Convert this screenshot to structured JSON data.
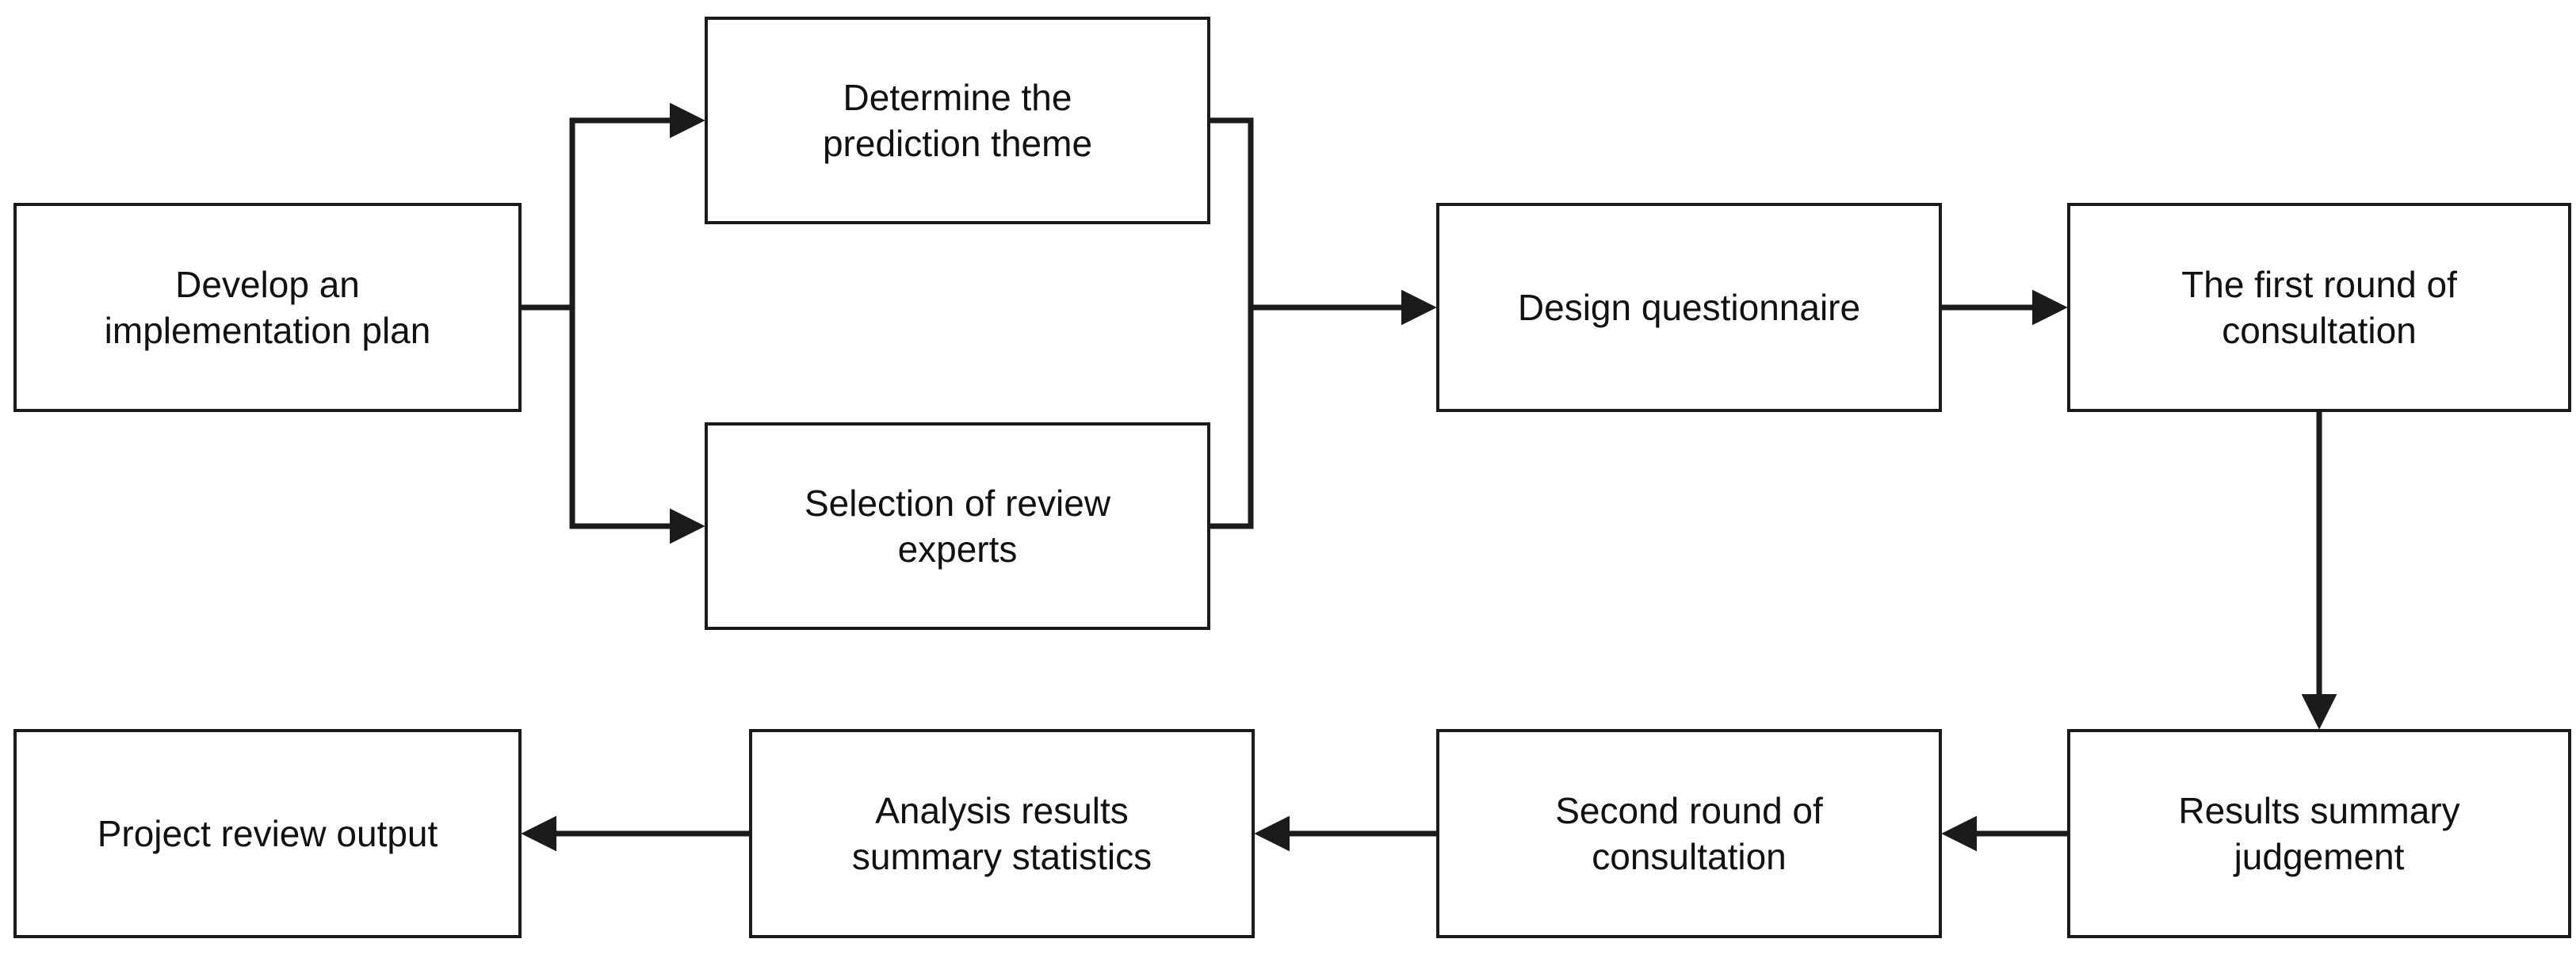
{
  "diagram": {
    "background": "#ffffff",
    "line_color": "#1b1b1b",
    "text_color": "#111111",
    "boxes": [
      {
        "id": "develop-plan",
        "label": "Develop an implementation plan",
        "lines": [
          "Develop an",
          "implementation plan"
        ]
      },
      {
        "id": "determine-theme",
        "label": "Determine the prediction theme",
        "lines": [
          "Determine the",
          "prediction theme"
        ]
      },
      {
        "id": "select-experts",
        "label": "Selection of review experts",
        "lines": [
          "Selection of review",
          "experts"
        ]
      },
      {
        "id": "design-questionnaire",
        "label": "Design questionnaire",
        "lines": [
          "Design questionnaire"
        ]
      },
      {
        "id": "first-round",
        "label": "The first round of consultation",
        "lines": [
          "The first round of",
          "consultation"
        ]
      },
      {
        "id": "results-summary",
        "label": "Results summary judgement",
        "lines": [
          "Results summary",
          "judgement"
        ]
      },
      {
        "id": "second-round",
        "label": "Second round of consultation",
        "lines": [
          "Second round of",
          "consultation"
        ]
      },
      {
        "id": "analysis-statistics",
        "label": "Analysis results summary statistics",
        "lines": [
          "Analysis results",
          "summary statistics"
        ]
      },
      {
        "id": "project-output",
        "label": "Project review output",
        "lines": [
          "Project review output"
        ]
      }
    ],
    "edges": [
      {
        "from": "develop-plan",
        "to": "determine-theme"
      },
      {
        "from": "develop-plan",
        "to": "select-experts"
      },
      {
        "from": "determine-theme",
        "to": "design-questionnaire"
      },
      {
        "from": "select-experts",
        "to": "design-questionnaire"
      },
      {
        "from": "design-questionnaire",
        "to": "first-round"
      },
      {
        "from": "first-round",
        "to": "results-summary"
      },
      {
        "from": "results-summary",
        "to": "second-round"
      },
      {
        "from": "second-round",
        "to": "analysis-statistics"
      },
      {
        "from": "analysis-statistics",
        "to": "project-output"
      }
    ]
  }
}
